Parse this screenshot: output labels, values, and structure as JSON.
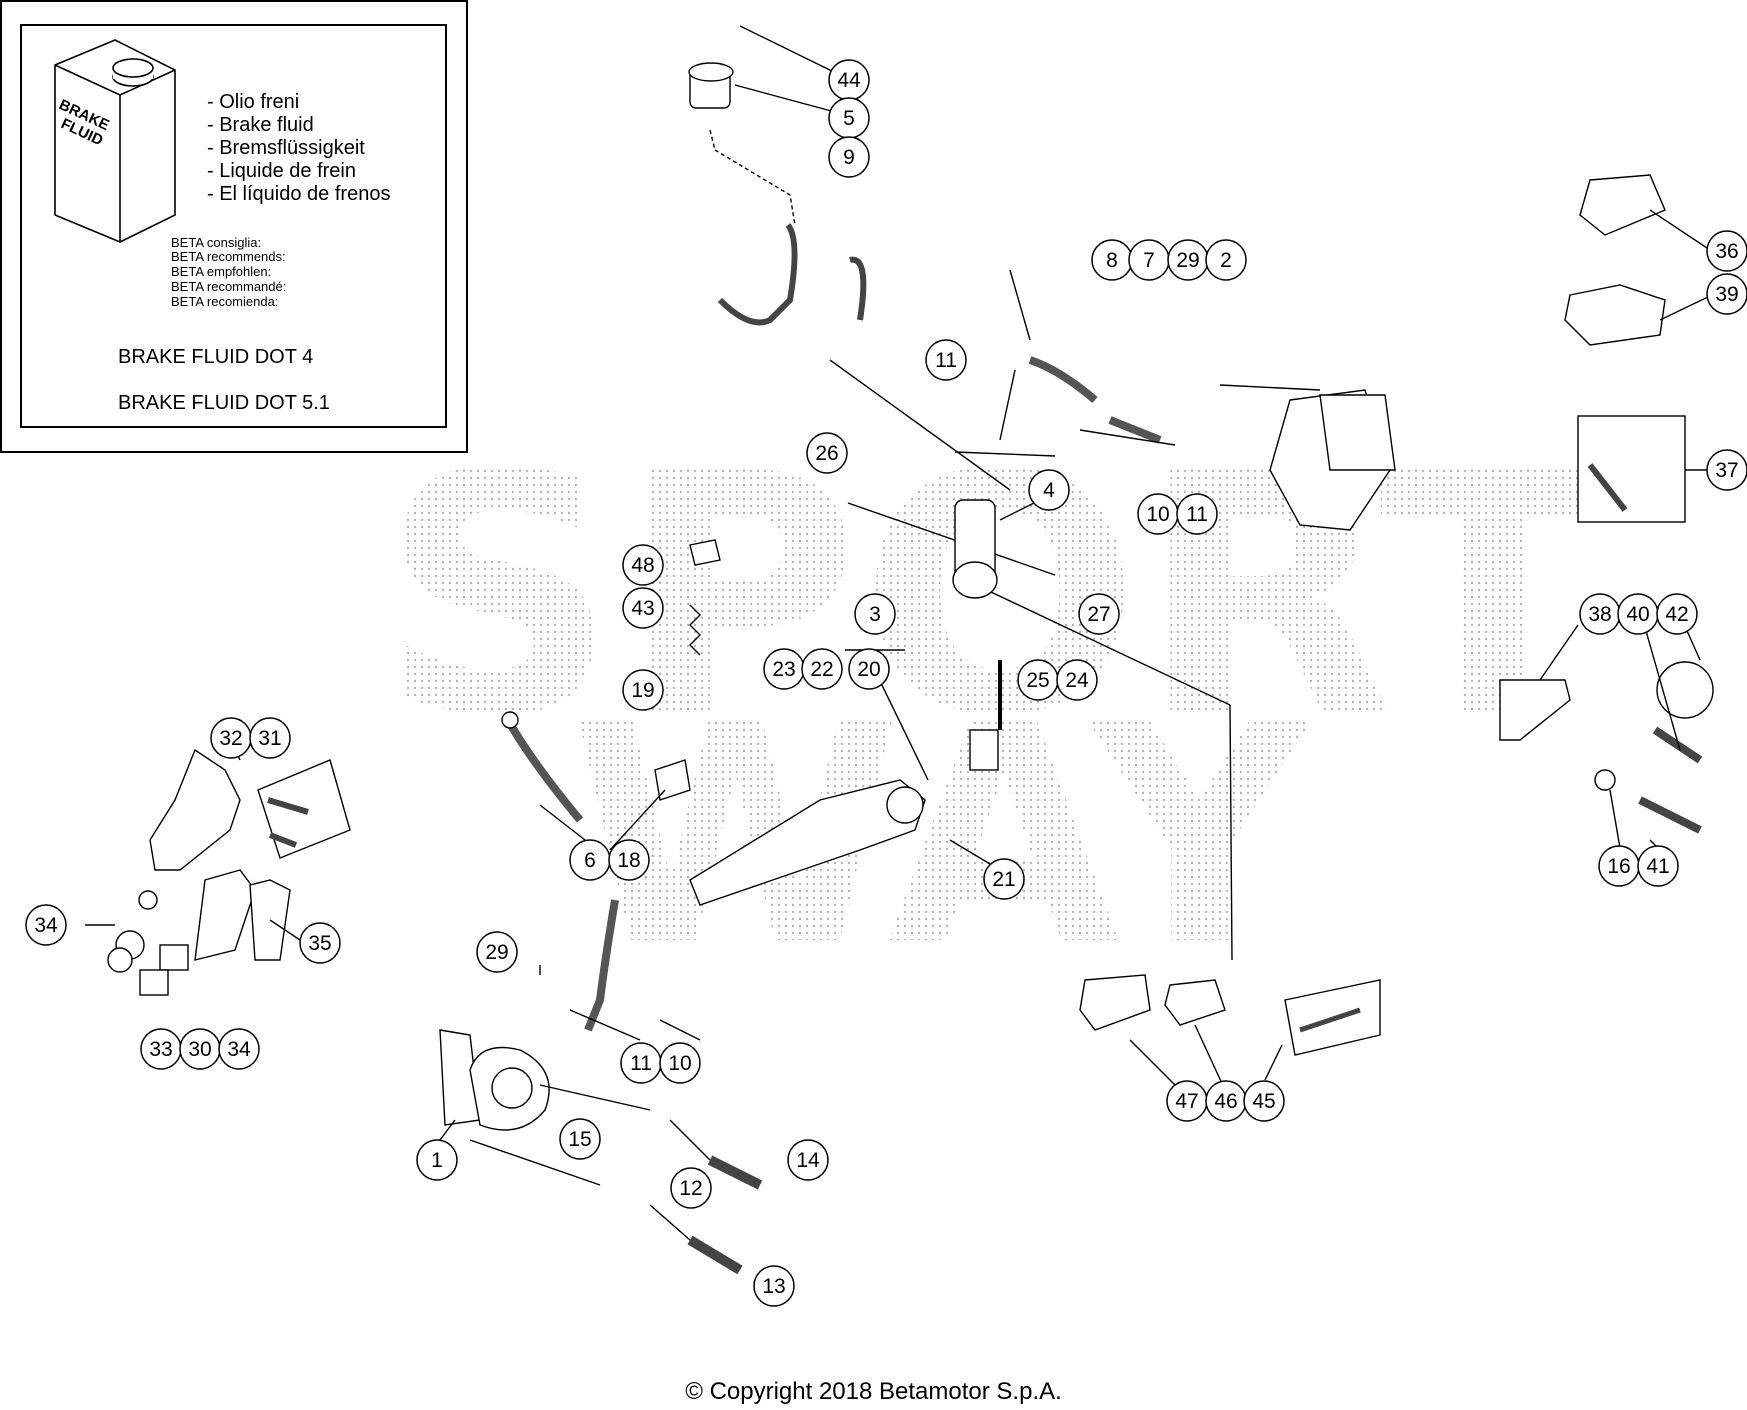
{
  "info_box": {
    "can_label_line1": "BRAKE",
    "can_label_line2": "FLUID",
    "fluid_names": [
      "- Olio freni",
      "- Brake fluid",
      "- Bremsflüssigkeit",
      "- Liquide de frein",
      "- El líquido de frenos"
    ],
    "recommends": [
      "BETA consiglia:",
      "BETA recommends:",
      "BETA empfohlen:",
      "BETA recommandé:",
      "BETA recomienda:"
    ],
    "fluid_dot4": "BRAKE FLUID DOT 4",
    "fluid_dot51": "BRAKE FLUID DOT 5.1"
  },
  "watermark": {
    "word1": "SPORT",
    "word2": "WAY"
  },
  "callouts": [
    "44",
    "5",
    "9",
    "8",
    "7",
    "29",
    "2",
    "36",
    "39",
    "11",
    "26",
    "4",
    "10",
    "11",
    "37",
    "48",
    "27",
    "43",
    "3",
    "23",
    "22",
    "20",
    "25",
    "24",
    "38",
    "40",
    "42",
    "19",
    "32",
    "31",
    "6",
    "18",
    "21",
    "16",
    "41",
    "34",
    "35",
    "29",
    "11",
    "10",
    "33",
    "30",
    "34",
    "47",
    "46",
    "45",
    "15",
    "1",
    "14",
    "12",
    "13"
  ],
  "copyright": "© Copyright 2018 Betamotor S.p.A."
}
